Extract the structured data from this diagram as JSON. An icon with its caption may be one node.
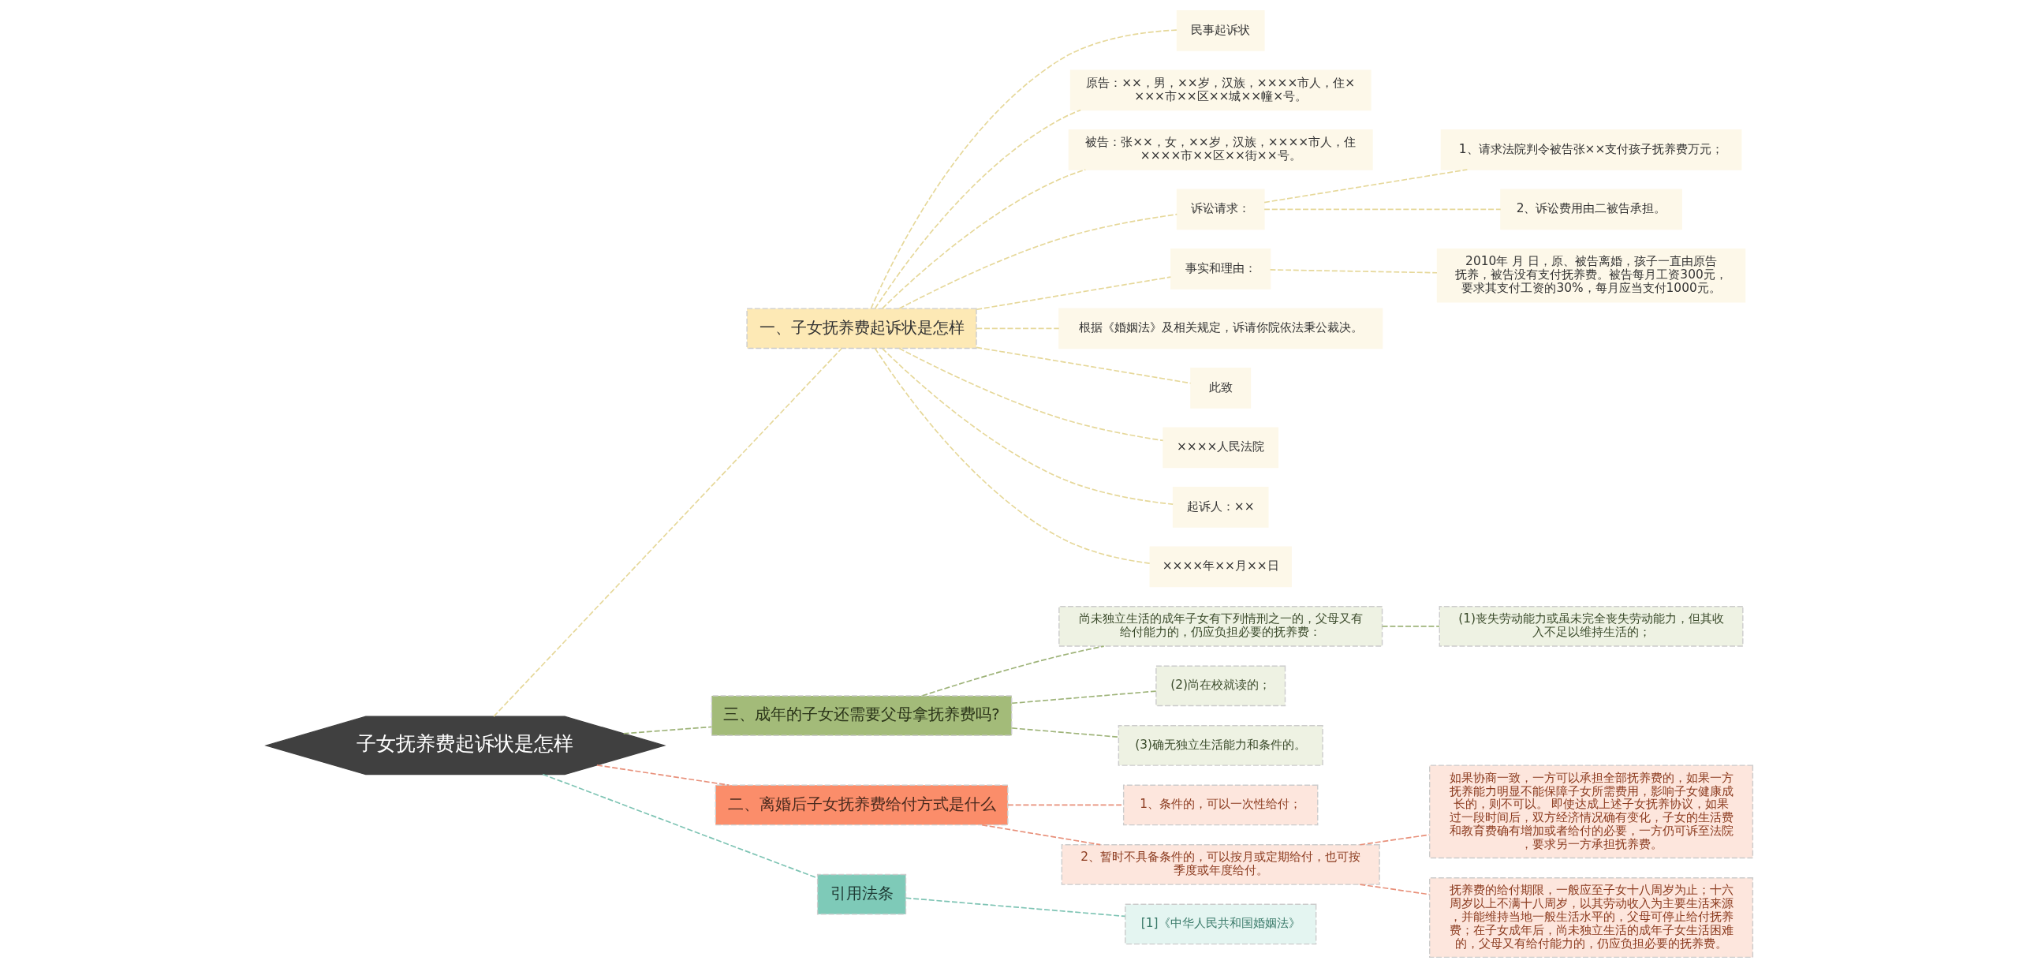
{
  "diagram": {
    "nodes": [
      {
        "text": [
          "子女抚养费起诉状是怎样"
        ]
      },
      {
        "text": [
          "一、子女抚养费起诉状是怎样"
        ]
      },
      {
        "text": [
          "民事起诉状"
        ]
      },
      {
        "text": [
          "原告：××，男，××岁，汉族，××××市人，住××××市××区××城××幢×号。"
        ]
      },
      {
        "text": [
          "被告：张××，女，××岁，汉族，××××市人，住××××市××区××街××号。"
        ]
      },
      {
        "text": [
          "诉讼请求："
        ]
      },
      {
        "text": [
          "1、请求法院判令被告张××支付孩子抚养费万元；"
        ]
      },
      {
        "text": [
          "2、诉讼费用由二被告承担。"
        ]
      },
      {
        "text": [
          "事实和理由："
        ]
      },
      {
        "text": [
          "2010年 月 日，原、被告离婚，孩子一直由原告抚养，被告没有支付抚养费。被告每月工资300元，要求其支付工资的30%，每月应当支付1000元。"
        ]
      },
      {
        "text": [
          "根据《婚姻法》及相关规定，诉请你院依法秉公裁决。"
        ]
      },
      {
        "text": [
          "此致"
        ]
      },
      {
        "text": [
          "××××人民法院"
        ]
      },
      {
        "text": [
          "起诉人：××"
        ]
      },
      {
        "text": [
          "××××年××月××日"
        ]
      },
      {
        "text": [
          "三、成年的子女还需要父母拿抚养费吗?"
        ]
      },
      {
        "text": [
          "尚未独立生活的成年子女有下列情刑之一的，父母又有给付能力的，仍应负担必要的抚养费："
        ]
      },
      {
        "text": [
          "(1)丧失劳动能力或虽未完全丧失劳动能力，但其收入不足以维持生活的；"
        ]
      },
      {
        "text": [
          "(2)尚在校就读的；"
        ]
      },
      {
        "text": [
          "(3)确无独立生活能力和条件的。"
        ]
      },
      {
        "text": [
          "二、离婚后子女抚养费给付方式是什么"
        ]
      },
      {
        "text": [
          "1、条件的，可以一次性给付；"
        ]
      },
      {
        "text": [
          "2、暂时不具备条件的，可以按月或定期给付，也可按季度或年度给付。"
        ]
      },
      {
        "text": [
          "如果协商一致，一方可以承担全部抚养费的，如果一方抚养能力明显不能保障子女所需费用，影响子女健康成长的，则不可以。 即使达成上述子女抚养协议，如果过一段时间后，双方经济情况确有变化，子女的生活费和教育费确有增加或者给付的必要，一方仍可诉至法院，要求另一方承担抚养费。"
        ]
      },
      {
        "text": [
          "抚养费的给付期限，一般应至子女十八周岁为止；十六周岁以上不满十八周岁，以其劳动收入为主要生活来源，并能维持当地一般生活水平的，父母可停止给付抚养费；在子女成年后，尚未独立生活的成年子女生活困难的，父母又有给付能力的，仍应负担必要的抚养费。"
        ]
      },
      {
        "text": [
          "引用法条"
        ]
      },
      {
        "text": [
          "[1]《中华人民共和国婚姻法》"
        ]
      }
    ],
    "edges": [
      {
        "from": 0,
        "to": 1,
        "arrow": "none",
        "style": "dashed",
        "color": "#e6d89a"
      },
      {
        "from": 1,
        "to": 2,
        "arrow": "none",
        "style": "dashed",
        "color": "#e6d89a"
      },
      {
        "from": 1,
        "to": 3,
        "arrow": "none",
        "style": "dashed",
        "color": "#e6d89a"
      },
      {
        "from": 1,
        "to": 4,
        "arrow": "none",
        "style": "dashed",
        "color": "#e6d89a"
      },
      {
        "from": 1,
        "to": 5,
        "arrow": "none",
        "style": "dashed",
        "color": "#e6d89a"
      },
      {
        "from": 5,
        "to": 6,
        "arrow": "none",
        "style": "dashed",
        "color": "#e6d89a"
      },
      {
        "from": 5,
        "to": 7,
        "arrow": "none",
        "style": "dashed",
        "color": "#e6d89a"
      },
      {
        "from": 1,
        "to": 8,
        "arrow": "none",
        "style": "dashed",
        "color": "#e6d89a"
      },
      {
        "from": 8,
        "to": 9,
        "arrow": "none",
        "style": "dashed",
        "color": "#e6d89a"
      },
      {
        "from": 1,
        "to": 10,
        "arrow": "none",
        "style": "dashed",
        "color": "#e6d89a"
      },
      {
        "from": 1,
        "to": 11,
        "arrow": "none",
        "style": "dashed",
        "color": "#e6d89a"
      },
      {
        "from": 1,
        "to": 12,
        "arrow": "none",
        "style": "dashed",
        "color": "#e6d89a"
      },
      {
        "from": 1,
        "to": 13,
        "arrow": "none",
        "style": "dashed",
        "color": "#e6d89a"
      },
      {
        "from": 1,
        "to": 14,
        "arrow": "none",
        "style": "dashed",
        "color": "#e6d89a"
      },
      {
        "from": 0,
        "to": 15,
        "arrow": "none",
        "style": "dashed",
        "color": "#9fb47a"
      },
      {
        "from": 15,
        "to": 16,
        "arrow": "none",
        "style": "dashed",
        "color": "#9fb47a"
      },
      {
        "from": 16,
        "to": 17,
        "arrow": "none",
        "style": "dashed",
        "color": "#9fb47a"
      },
      {
        "from": 15,
        "to": 18,
        "arrow": "none",
        "style": "dashed",
        "color": "#9fb47a"
      },
      {
        "from": 15,
        "to": 19,
        "arrow": "none",
        "style": "dashed",
        "color": "#9fb47a"
      },
      {
        "from": 0,
        "to": 20,
        "arrow": "none",
        "style": "dashed",
        "color": "#e8907a"
      },
      {
        "from": 20,
        "to": 21,
        "arrow": "none",
        "style": "dashed",
        "color": "#e8907a"
      },
      {
        "from": 20,
        "to": 22,
        "arrow": "none",
        "style": "dashed",
        "color": "#e8907a"
      },
      {
        "from": 22,
        "to": 23,
        "arrow": "none",
        "style": "dashed",
        "color": "#e8907a"
      },
      {
        "from": 22,
        "to": 24,
        "arrow": "none",
        "style": "dashed",
        "color": "#e8907a"
      },
      {
        "from": 0,
        "to": 25,
        "arrow": "none",
        "style": "dashed",
        "color": "#7ec4b4"
      },
      {
        "from": 25,
        "to": 26,
        "arrow": "none",
        "style": "dashed",
        "color": "#7ec4b4"
      }
    ]
  }
}
